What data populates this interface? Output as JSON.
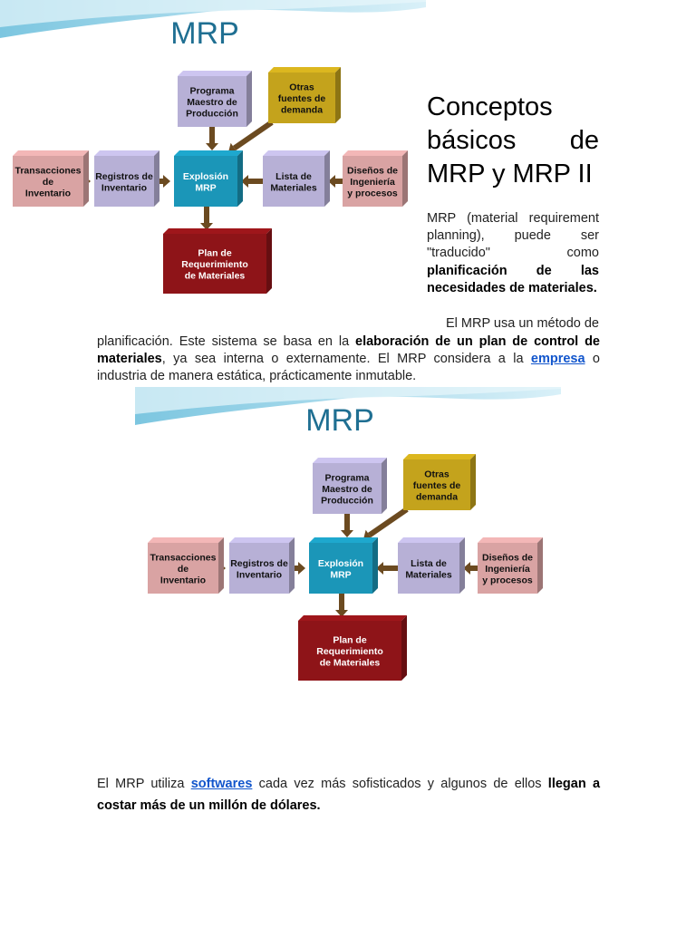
{
  "diagram": {
    "title": "MRP",
    "boxes": {
      "programa": [
        "Programa",
        "Maestro de",
        "Producción"
      ],
      "otras": [
        "Otras",
        "fuentes de",
        "demanda"
      ],
      "transacciones": [
        "Transacciones",
        "de",
        "Inventario"
      ],
      "registros": [
        "Registros de",
        "Inventario"
      ],
      "explosion": [
        "Explosión",
        "MRP"
      ],
      "lista": [
        "Lista de",
        "Materiales"
      ],
      "disenos": [
        "Diseños de",
        "Ingeniería",
        "y procesos"
      ],
      "plan": [
        "Plan de",
        "Requerimiento",
        "de Materiales"
      ]
    }
  },
  "heading": {
    "line1": "Conceptos",
    "line2": "básicos de",
    "line3": "MRP y MRP II"
  },
  "intro": {
    "text1": "MRP (material requirement planning), puede ser \"traducido\" como ",
    "bold": "planificación de las necesidades de materiales."
  },
  "paragraph2": {
    "start": "El MRP usa un método de",
    "text1": "planificación. Este sistema se basa en la ",
    "bold": "elaboración de un plan de control de materiales",
    "text2": ", ya sea interna o externamente. El MRP considera a la ",
    "link": "empresa",
    "text3": " o industria de manera estática, prácticamente inmutable."
  },
  "paragraph3": {
    "text1": "El MRP utiliza ",
    "link": "softwares",
    "text2": " cada vez más sofisticados y algunos de ellos ",
    "bold": "llegan a costar más de un millón de dólares."
  },
  "colors": {
    "title_blue": "#1f6f92",
    "lavender": "#b7b0d6",
    "pink": "#d9a3a3",
    "teal": "#1b96b8",
    "olive": "#c4a31c",
    "darkred": "#8e1418",
    "arrow": "#6b4a20",
    "link": "#1155cc"
  }
}
